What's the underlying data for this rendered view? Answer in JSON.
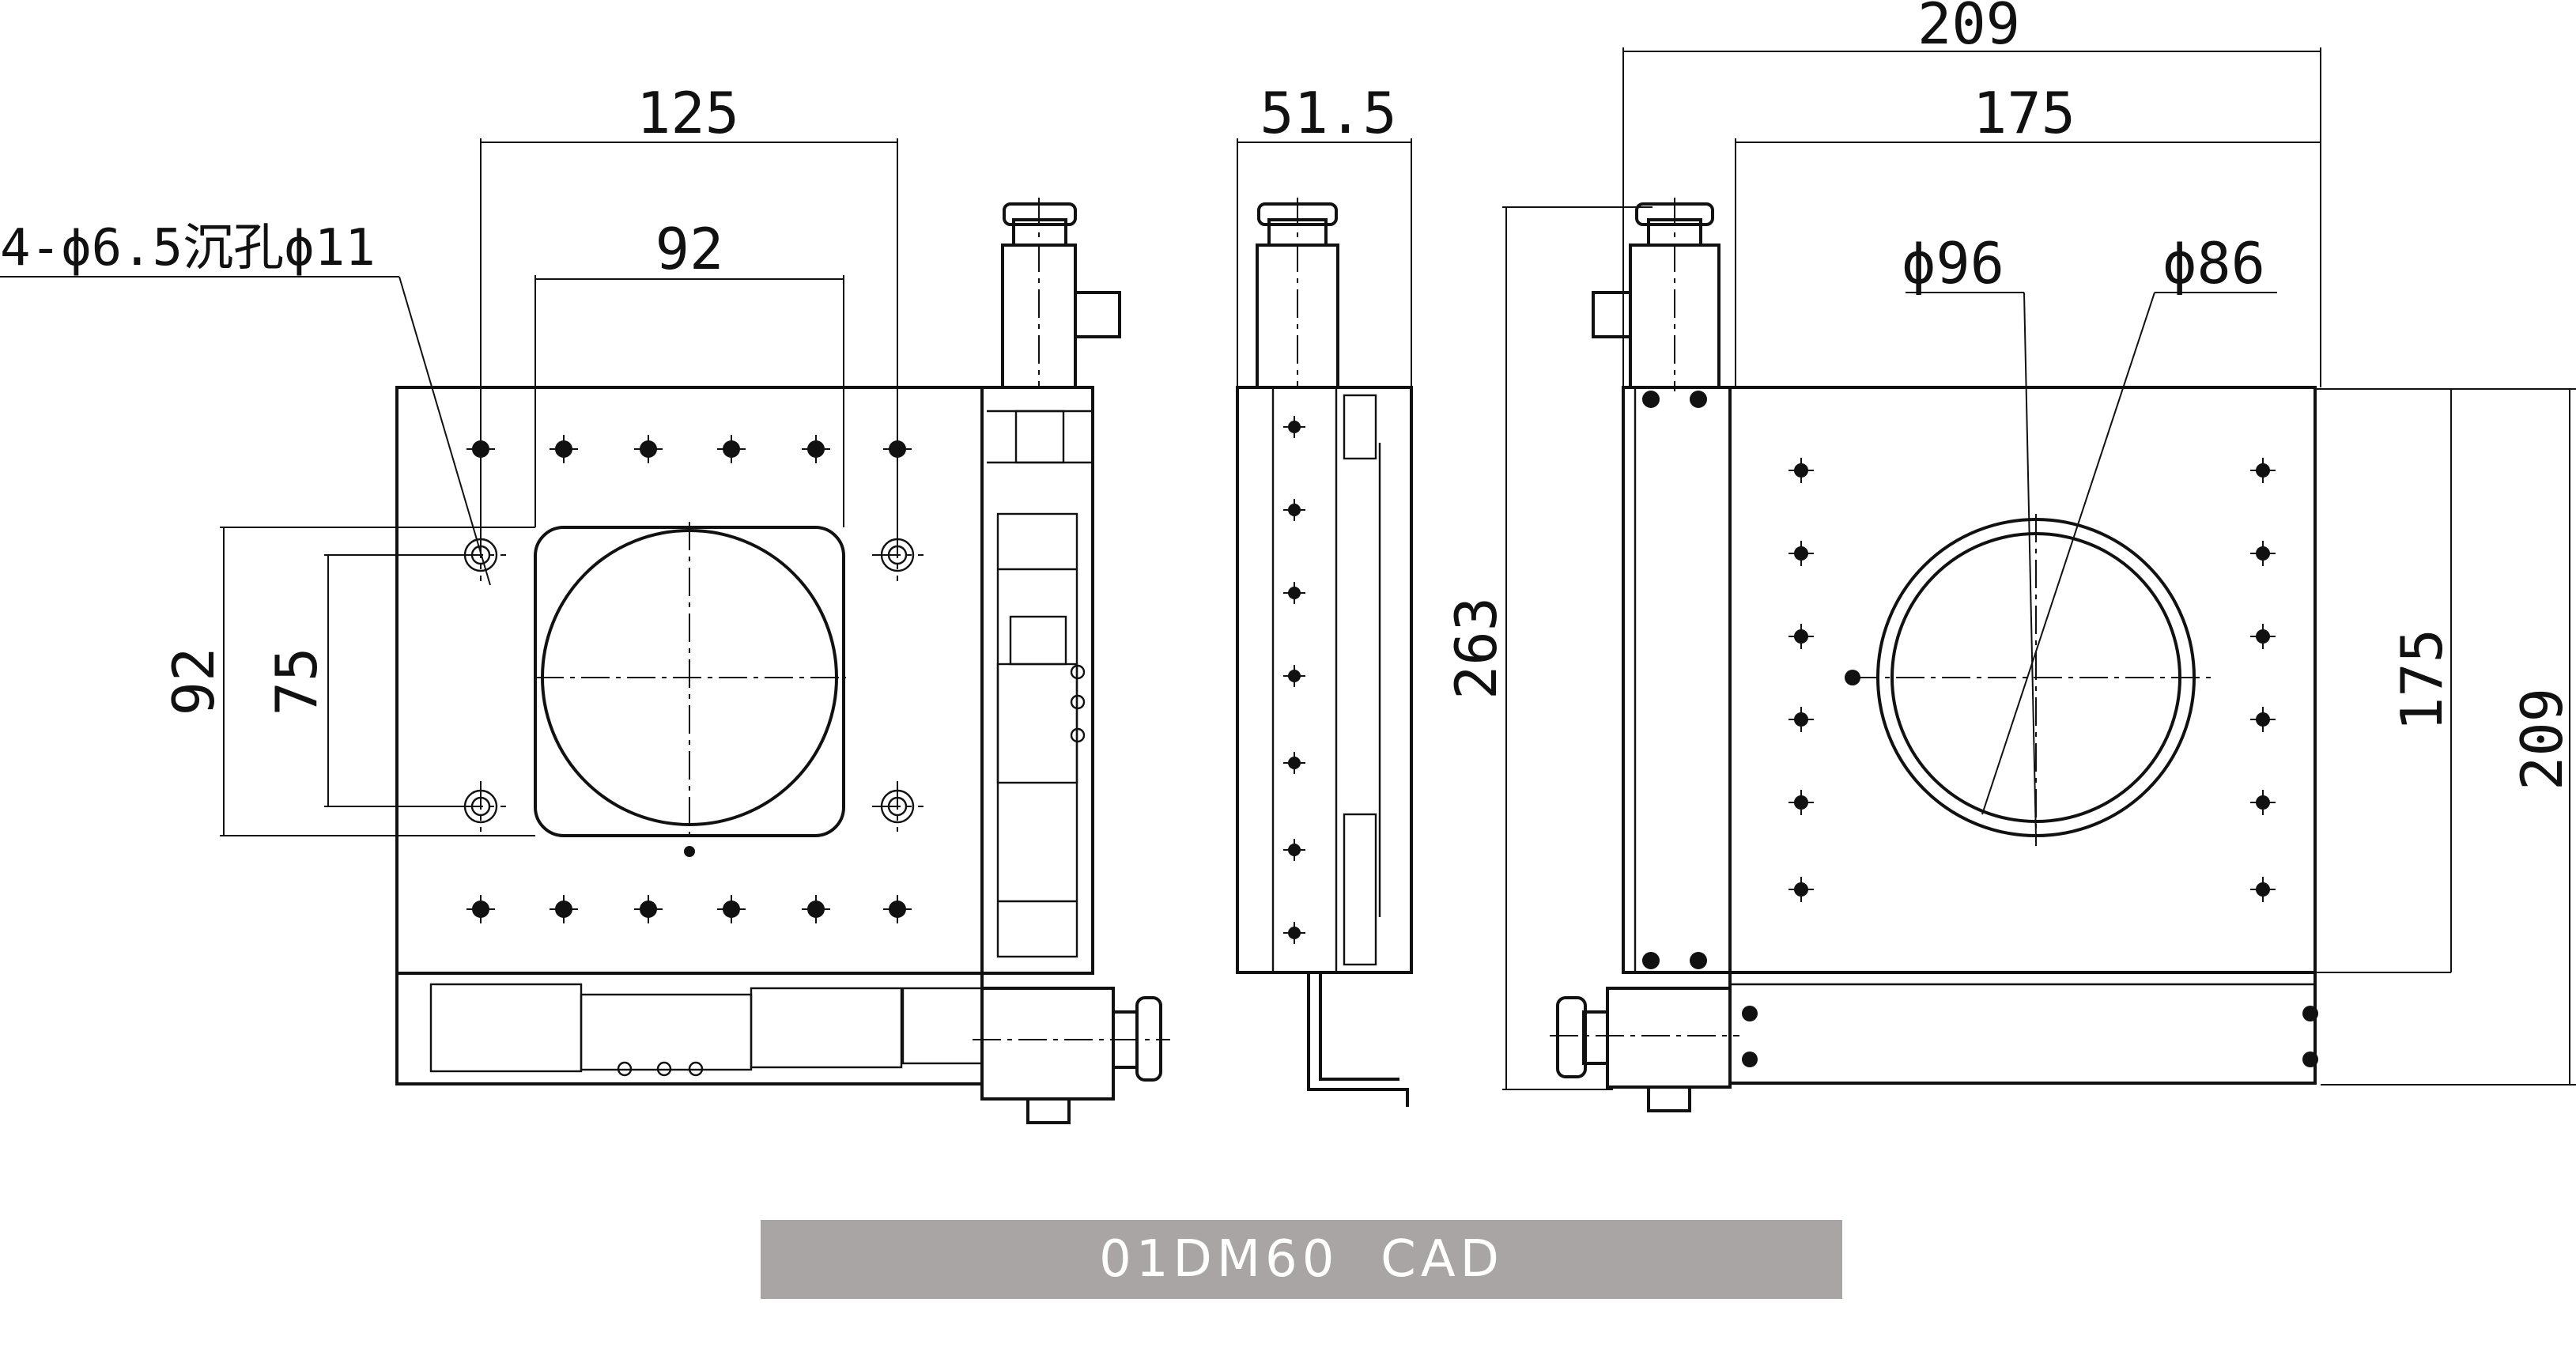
{
  "title": "01DM60  CAD",
  "dimensions": {
    "front": {
      "width_outer": "125",
      "width_inner": "92",
      "height_outer": "92",
      "height_inner": "75",
      "hole_note": "4-ϕ6.5沉孔ϕ11"
    },
    "side": {
      "depth": "51.5"
    },
    "top": {
      "width_overall": "209",
      "width_plate": "175",
      "height_overall": "263",
      "height_plate": "175",
      "height_total": "209",
      "bore_outer": "ϕ96",
      "bore_inner": "ϕ86"
    }
  },
  "colors": {
    "line": "#111111",
    "banner_bg": "#a9a5a5",
    "banner_text": "#ffffff"
  }
}
